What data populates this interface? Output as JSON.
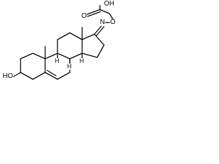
{
  "structure": {
    "atoms": {
      "carboxyl_oh": "OH",
      "carbonyl_o": "O",
      "ether_o": "O",
      "imine_n": "N",
      "hydroxyl": "HO",
      "h8": "H",
      "h9": "H",
      "h14": "H"
    }
  }
}
